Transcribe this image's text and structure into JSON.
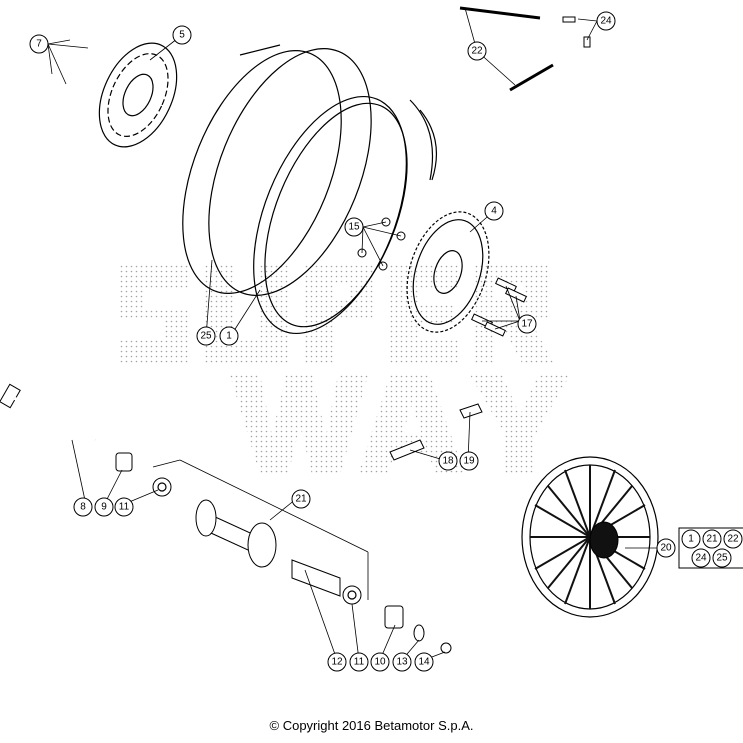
{
  "watermark": {
    "text": "SUPERWAY"
  },
  "callouts": [
    "1",
    "4",
    "5",
    "7",
    "8",
    "9",
    "10",
    "11",
    "12",
    "13",
    "14",
    "15",
    "17",
    "18",
    "19",
    "20",
    "21",
    "22",
    "24",
    "25"
  ],
  "kit_box": {
    "items": [
      "1",
      "21",
      "22",
      "24",
      "25"
    ]
  },
  "copyright": "© Copyright 2016 Betamotor S.p.A."
}
